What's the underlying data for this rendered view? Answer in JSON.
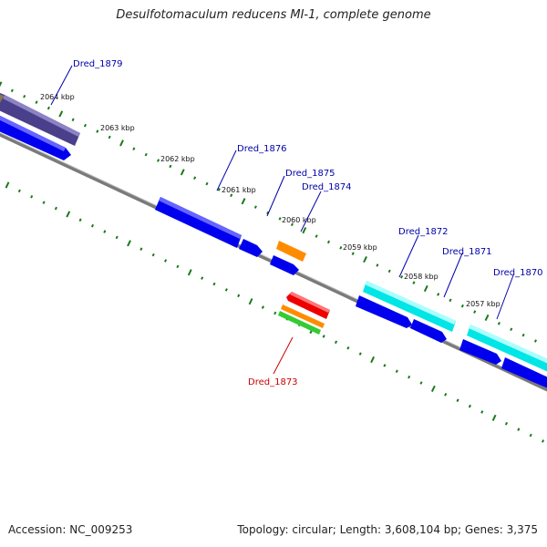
{
  "title": "Desulfotomaculum reducens MI-1, complete genome",
  "footer": {
    "accession": "Accession: NC_009253",
    "summary": "Topology: circular; Length: 3,608,104 bp; Genes: 3,375"
  },
  "ticks": [
    "2064 kbp",
    "2063 kbp",
    "2062 kbp",
    "2061 kbp",
    "2060 kbp",
    "2059 kbp",
    "2058 kbp",
    "2057 kbp"
  ],
  "gene_labels": [
    {
      "name": "Dred_1879",
      "color": "#0000aa"
    },
    {
      "name": "Dred_1876",
      "color": "#0000aa"
    },
    {
      "name": "Dred_1875",
      "color": "#0000aa"
    },
    {
      "name": "Dred_1874",
      "color": "#0000aa"
    },
    {
      "name": "Dred_1872",
      "color": "#0000aa"
    },
    {
      "name": "Dred_1871",
      "color": "#0000aa"
    },
    {
      "name": "Dred_1870",
      "color": "#0000aa"
    },
    {
      "name": "Dred_1873",
      "color": "#cc0000"
    }
  ],
  "colors": {
    "backbone": "#7a7a7a",
    "tick": "#1a7a1a",
    "cds": "#0000ee",
    "cyan_feature": "#00e5e5",
    "purple_feature": "#4a3f8a",
    "orange_feature": "#ff8c00",
    "red_feature": "#ee0000",
    "green_feature": "#33cc33"
  }
}
